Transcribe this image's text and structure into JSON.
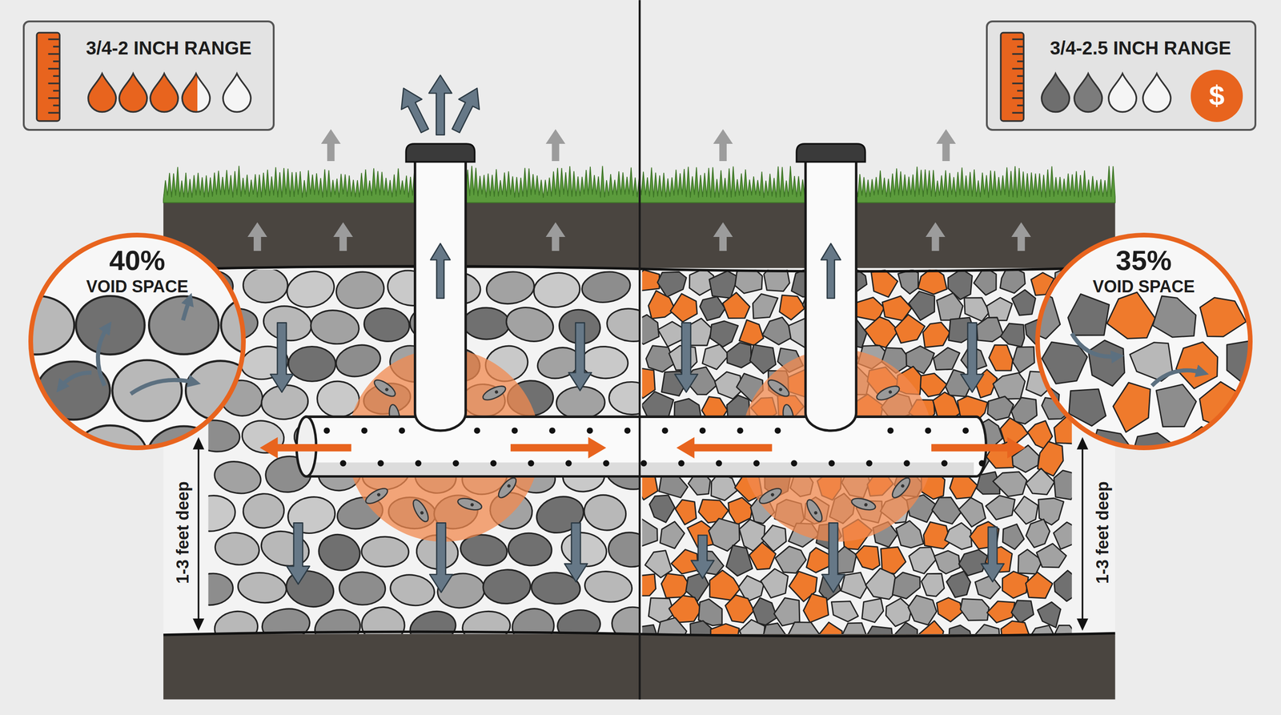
{
  "diagram": {
    "nodes": [
      {
        "text": [
          "3/4-2 INCH RANGE"
        ]
      },
      {
        "text": [
          "3/4-2.5 INCH RANGE"
        ]
      },
      {
        "text": [
          "$"
        ],
        "in": 1
      },
      {
        "text": [
          "40%",
          "VOID SPACE"
        ]
      },
      {
        "text": [
          "35%",
          "VOID SPACE"
        ]
      }
    ],
    "labels": [
      "1-3 feet deep",
      "1-3 feet deep"
    ]
  }
}
